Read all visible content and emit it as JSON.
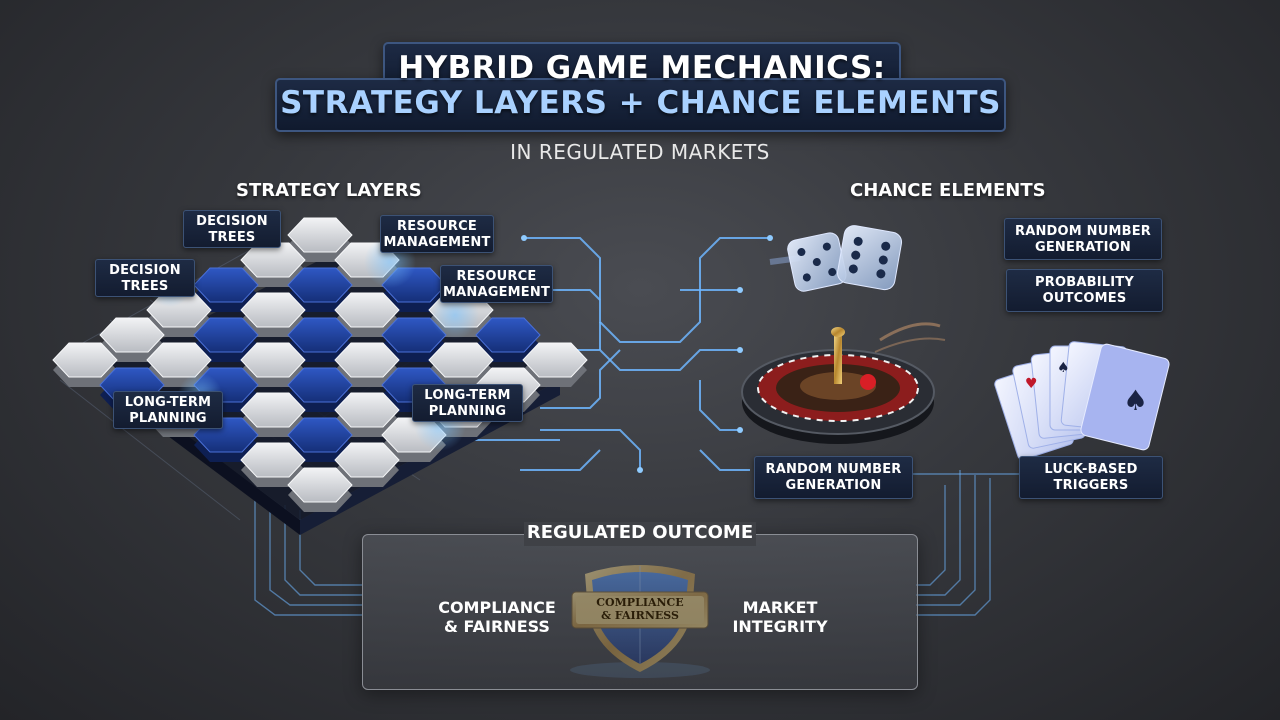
{
  "title": {
    "line1": "HYBRID GAME MECHANICS:",
    "line2": "STRATEGY LAYERS + CHANCE ELEMENTS",
    "subtitle": "IN REGULATED MARKETS"
  },
  "strategy": {
    "heading": "STRATEGY LAYERS",
    "labels": [
      {
        "l1": "DECISION",
        "l2": "TREES"
      },
      {
        "l1": "DECISION",
        "l2": "TREES"
      },
      {
        "l1": "RESOURCE",
        "l2": "MANAGEMENT"
      },
      {
        "l1": "RESOURCE",
        "l2": "MANAGEMENT"
      },
      {
        "l1": "LONG-TERM",
        "l2": "PLANNING"
      },
      {
        "l1": "LONG-TERM",
        "l2": "PLANNING"
      }
    ]
  },
  "chance": {
    "heading": "CHANCE ELEMENTS",
    "labels": [
      {
        "l1": "RANDOM NUMBER",
        "l2": "GENERATION"
      },
      {
        "l1": "PROBABILITY",
        "l2": "OUTCOMES"
      },
      {
        "l1": "RANDOM NUMBER",
        "l2": "GENERATION"
      },
      {
        "l1": "LUCK-BASED",
        "l2": "TRIGGERS"
      }
    ]
  },
  "outcome": {
    "heading": "REGULATED OUTCOME",
    "left": {
      "l1": "COMPLIANCE",
      "l2": "& FAIRNESS"
    },
    "right": {
      "l1": "MARKET",
      "l2": "INTEGRITY"
    },
    "shield": {
      "l1": "COMPLIANCE",
      "l2": "& FAIRNESS"
    }
  },
  "colors": {
    "accent_blue": "#6fb6ff",
    "tile_blue": "#1f3d8f",
    "tile_silver": "#d6d8dc",
    "panel_navy": "#131c30",
    "gold": "#d8b25a"
  },
  "icons": [
    "dice-icon",
    "roulette-wheel-icon",
    "playing-cards-icon",
    "shield-icon",
    "hexagon-board-icon"
  ]
}
